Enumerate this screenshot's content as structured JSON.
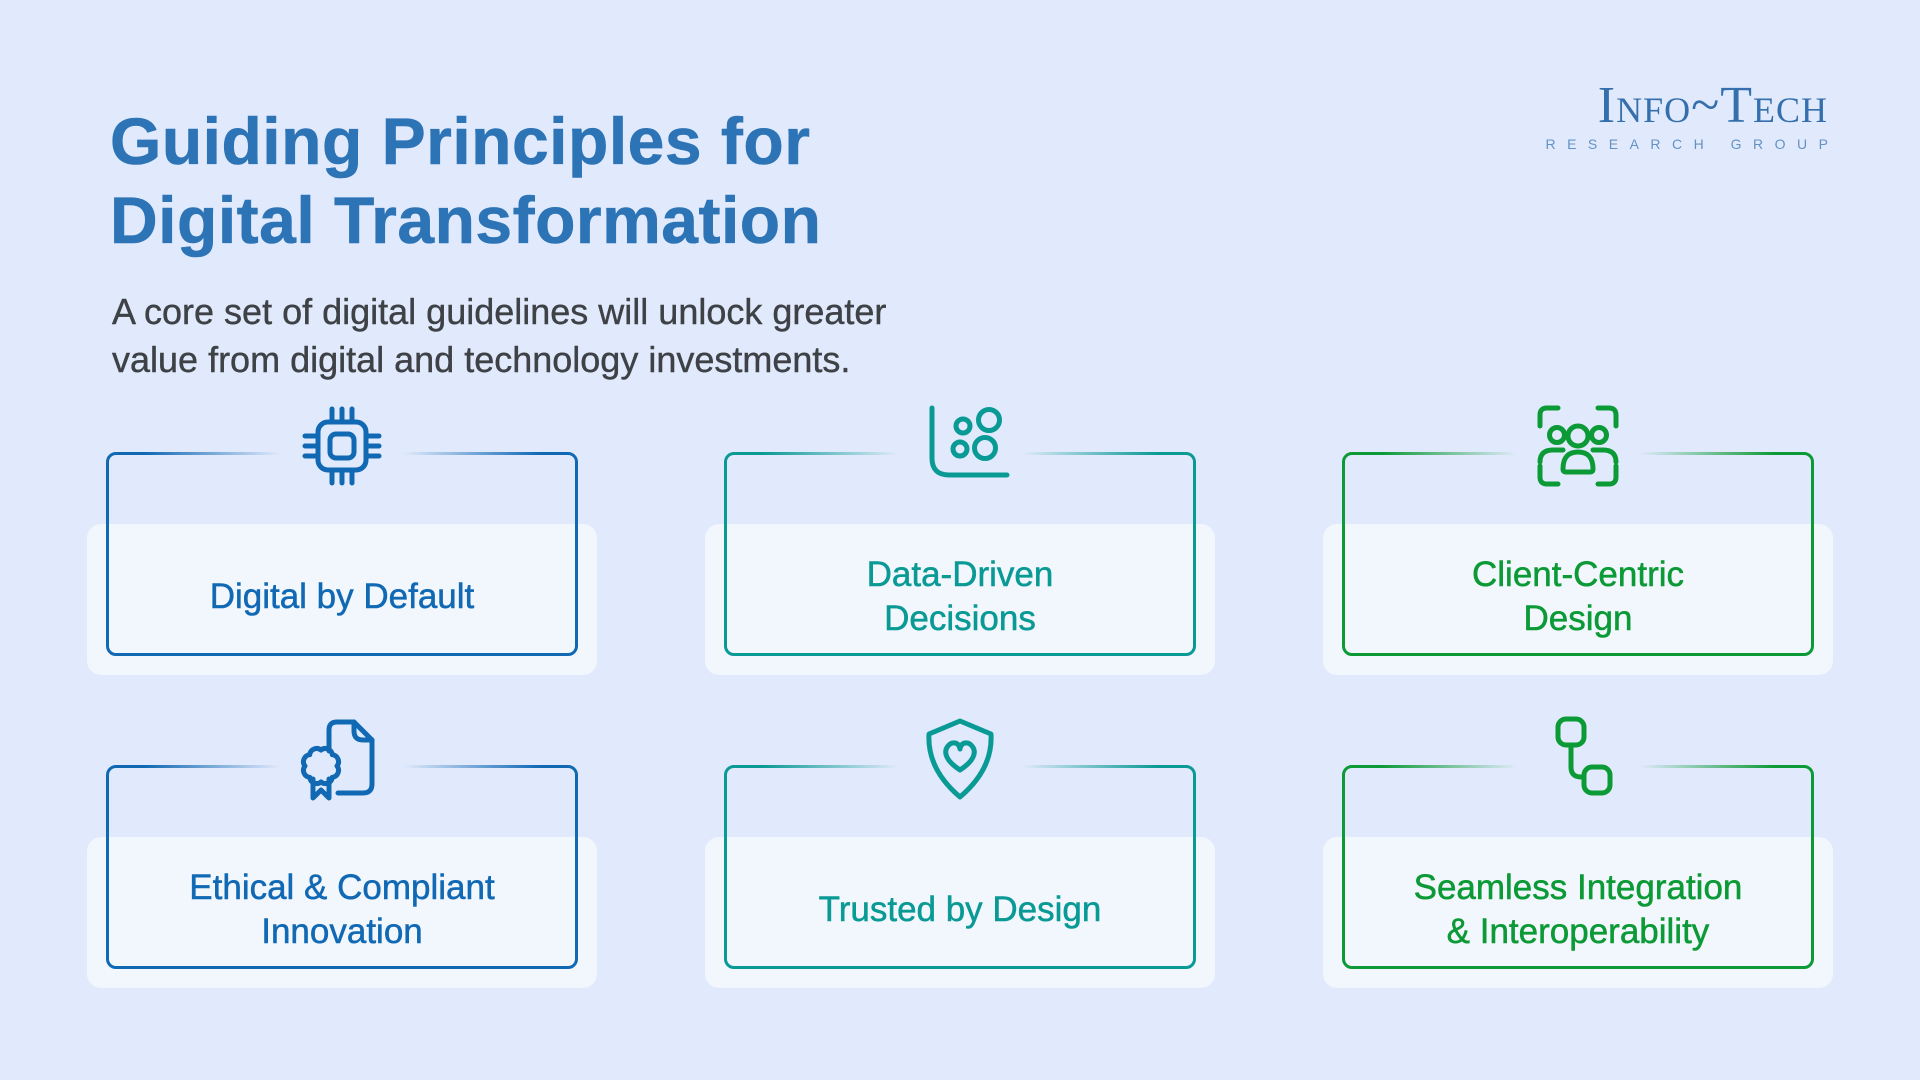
{
  "page": {
    "background_color": "#e1eafc"
  },
  "header": {
    "title_line1": "Guiding Principles for",
    "title_line2": "Digital Transformation",
    "title_color": "#2d74b6",
    "subtitle_line1": "A core set of digital guidelines will unlock greater",
    "subtitle_line2": "value from digital and technology investments."
  },
  "logo": {
    "brand": "Info~Tech",
    "tagline": "RESEARCH GROUP",
    "brand_color": "#3570ad"
  },
  "cards": [
    {
      "label_lines": [
        "Digital by Default"
      ],
      "icon": "cpu-chip",
      "accent_color": "#1169b4"
    },
    {
      "label_lines": [
        "Data-Driven",
        "Decisions"
      ],
      "icon": "scatter-chart",
      "accent_color": "#0a9a95"
    },
    {
      "label_lines": [
        "Client-Centric",
        "Design"
      ],
      "icon": "people-focus",
      "accent_color": "#0b9a36"
    },
    {
      "label_lines": [
        "Ethical & Compliant",
        "Innovation"
      ],
      "icon": "certified-document",
      "accent_color": "#1169b4"
    },
    {
      "label_lines": [
        "Trusted by Design"
      ],
      "icon": "shield-heart",
      "accent_color": "#0a9a95"
    },
    {
      "label_lines": [
        "Seamless Integration",
        "& Interoperability"
      ],
      "icon": "integration-nodes",
      "accent_color": "#0b9a36"
    }
  ]
}
